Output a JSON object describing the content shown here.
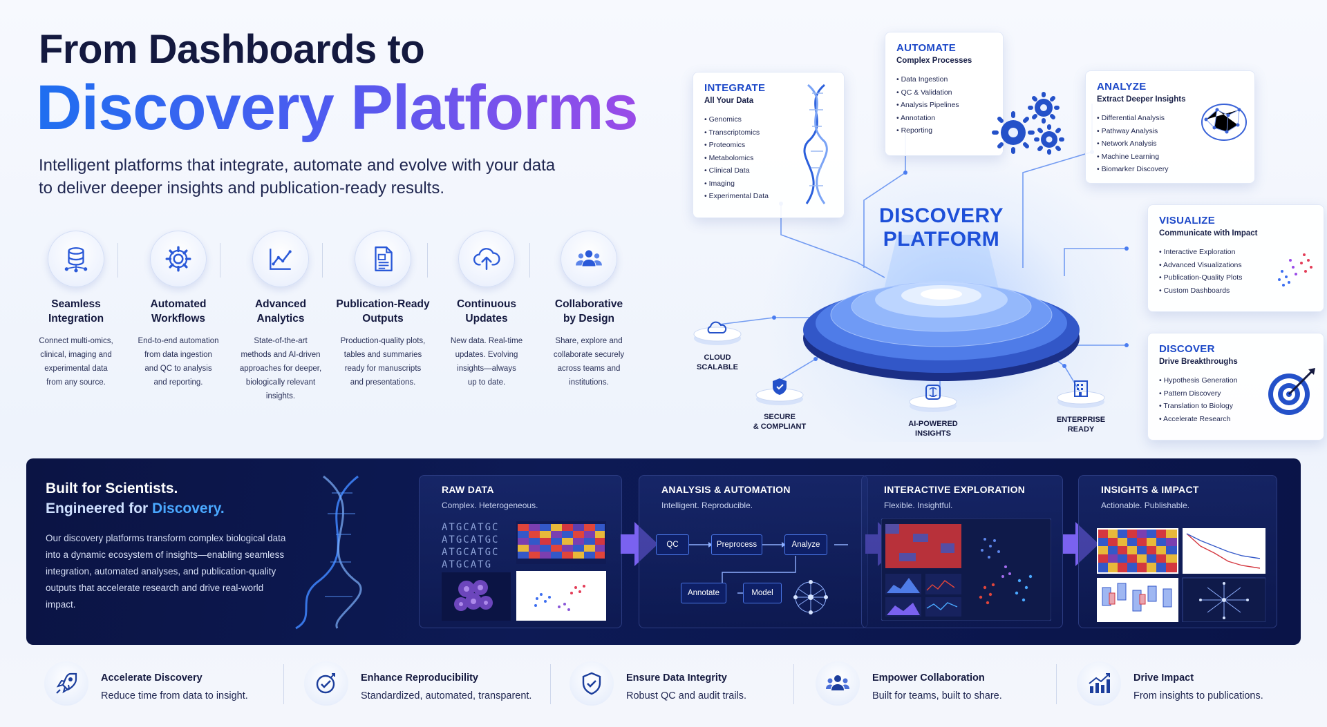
{
  "hero": {
    "line1": "From Dashboards to",
    "line2": "Discovery Platforms",
    "subtitle_1": "Intelligent platforms that integrate, automate and evolve with your data",
    "subtitle_2": "to deliver deeper insights and publication-ready results."
  },
  "features": [
    {
      "icon": "database-icon",
      "title_1": "Seamless",
      "title_2": "Integration",
      "desc": [
        "Connect multi-omics,",
        "clinical, imaging and",
        "experimental data",
        "from any source."
      ]
    },
    {
      "icon": "gear-icon",
      "title_1": "Automated",
      "title_2": "Workflows",
      "desc": [
        "End-to-end automation",
        "from data ingestion",
        "and QC to analysis",
        "and reporting."
      ]
    },
    {
      "icon": "line-chart-icon",
      "title_1": "Advanced",
      "title_2": "Analytics",
      "desc": [
        "State-of-the-art",
        "methods and AI-driven",
        "approaches for deeper,",
        "biologically relevant",
        "insights."
      ]
    },
    {
      "icon": "document-icon",
      "title_1": "Publication-Ready",
      "title_2": "Outputs",
      "desc": [
        "Production-quality plots,",
        "tables and summaries",
        "ready for manuscripts",
        "and presentations."
      ]
    },
    {
      "icon": "cloud-upload-icon",
      "title_1": "Continuous",
      "title_2": "Updates",
      "desc": [
        "New data. Real-time",
        "updates. Evolving",
        "insights—always",
        "up to date."
      ]
    },
    {
      "icon": "team-icon",
      "title_1": "Collaborative",
      "title_2": "by Design",
      "desc": [
        "Share, explore and",
        "collaborate securely",
        "across teams and",
        "institutions."
      ]
    }
  ],
  "platform": {
    "title_1": "DISCOVERY",
    "title_2": "PLATFORM",
    "cards": {
      "integrate": {
        "title": "INTEGRATE",
        "sub": "All Your Data",
        "items": [
          "Genomics",
          "Transcriptomics",
          "Proteomics",
          "Metabolomics",
          "Clinical Data",
          "Imaging",
          "Experimental Data"
        ]
      },
      "automate": {
        "title": "AUTOMATE",
        "sub": "Complex Processes",
        "items": [
          "Data Ingestion",
          "QC & Validation",
          "Analysis Pipelines",
          "Annotation",
          "Reporting"
        ]
      },
      "analyze": {
        "title": "ANALYZE",
        "sub": "Extract Deeper Insights",
        "items": [
          "Differential Analysis",
          "Pathway Analysis",
          "Network Analysis",
          "Machine Learning",
          "Biomarker Discovery"
        ]
      },
      "visualize": {
        "title": "VISUALIZE",
        "sub": "Communicate with Impact",
        "items": [
          "Interactive Exploration",
          "Advanced Visualizations",
          "Publication-Quality Plots",
          "Custom Dashboards"
        ]
      },
      "discover": {
        "title": "DISCOVER",
        "sub": "Drive Breakthroughs",
        "items": [
          "Hypothesis Generation",
          "Pattern Discovery",
          "Translation to Biology",
          "Accelerate Research"
        ]
      }
    },
    "pedestals": {
      "cloud": {
        "line1": "CLOUD",
        "line2": "SCALABLE"
      },
      "secure": {
        "line1": "SECURE",
        "line2": "& COMPLIANT"
      },
      "ai": {
        "line1": "AI-POWERED",
        "line2": "INSIGHTS"
      },
      "enterprise": {
        "line1": "ENTERPRISE",
        "line2": "READY"
      }
    }
  },
  "band": {
    "heading_1": "Built for Scientists.",
    "heading_2_prefix": "Engineered for ",
    "heading_2_accent": "Discovery.",
    "body": "Our discovery platforms transform complex biological data into a dynamic ecosystem of insights—enabling seamless integration, automated analyses, and publication-quality outputs that accelerate research and drive real-world impact.",
    "stages": [
      {
        "title": "RAW DATA",
        "sub": "Complex. Heterogeneous."
      },
      {
        "title": "ANALYSIS & AUTOMATION",
        "sub": "Intelligent. Reproducible."
      },
      {
        "title": "INTERACTIVE EXPLORATION",
        "sub": "Flexible. Insightful."
      },
      {
        "title": "INSIGHTS & IMPACT",
        "sub": "Actionable. Publishable."
      }
    ],
    "sequence_rows": [
      "ATGCATGC",
      "ATGCATGC",
      "ATGCATGC",
      "ATGCATG"
    ],
    "flow": {
      "qc": "QC",
      "preprocess": "Preprocess",
      "analyze": "Analyze",
      "annotate": "Annotate",
      "model": "Model"
    }
  },
  "benefits": [
    {
      "icon": "rocket-icon",
      "title": "Accelerate Discovery",
      "desc": "Reduce time from data to insight."
    },
    {
      "icon": "target-check-icon",
      "title": "Enhance Reproducibility",
      "desc": "Standardized, automated, transparent."
    },
    {
      "icon": "shield-check-icon",
      "title": "Ensure Data Integrity",
      "desc": "Robust QC and audit trails."
    },
    {
      "icon": "team-icon",
      "title": "Empower Collaboration",
      "desc": "Built for teams, built to share."
    },
    {
      "icon": "bar-chart-icon",
      "title": "Drive Impact",
      "desc": "From insights to publications."
    }
  ],
  "colors": {
    "accent_blue": "#1c48c8",
    "gradient_start": "#1f6ff0",
    "gradient_end": "#9a4be8",
    "band_bg": "#0b1444",
    "arrow": "#7a62f0"
  }
}
